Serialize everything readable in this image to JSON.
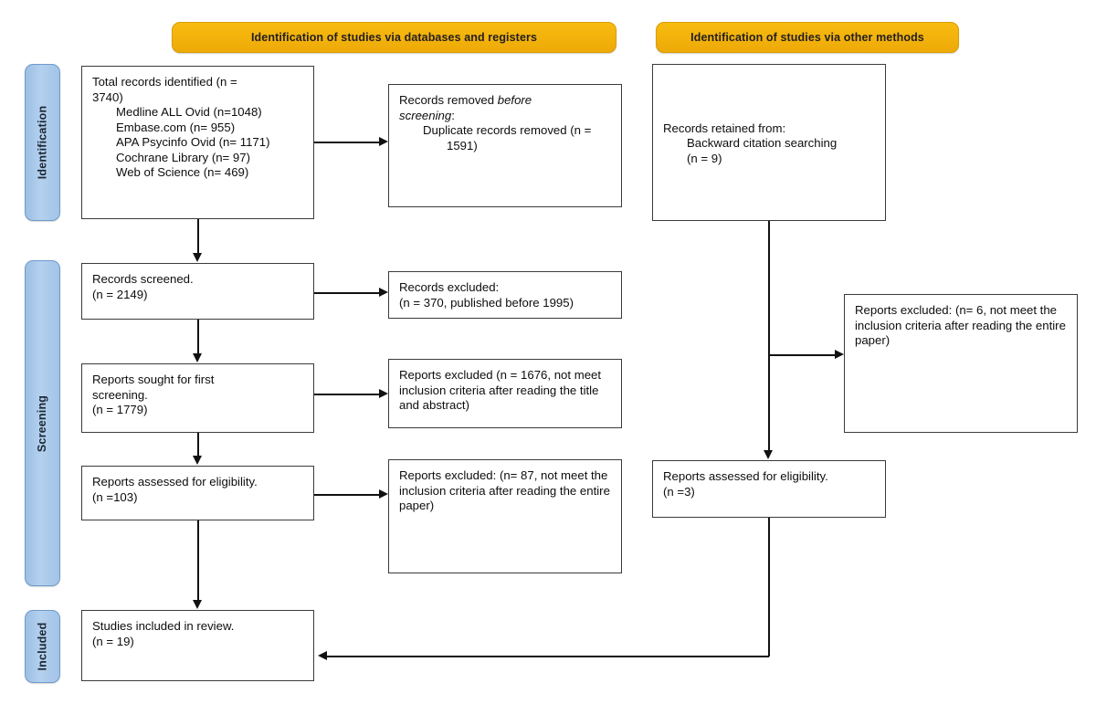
{
  "diagram": {
    "type": "prisma-flow-diagram",
    "headers": [
      {
        "id": "databases",
        "label": "Identification of studies via databases and registers"
      },
      {
        "id": "other-methods",
        "label": "Identification of studies via other methods"
      }
    ],
    "phases": [
      {
        "id": "identification",
        "label": "Identification"
      },
      {
        "id": "screening",
        "label": "Screening"
      },
      {
        "id": "included",
        "label": "Included"
      }
    ],
    "boxes": {
      "total_records": {
        "title": "Total records identified (n = 3740)",
        "line1": "Total records identified (n =",
        "line2": "3740)",
        "sources": [
          "Medline ALL Ovid (n=1048)",
          "Embase.com (n= 955)",
          "APA Psycinfo Ovid (n= 1171)",
          "Cochrane Library (n= 97)",
          "Web of Science (n= 469)"
        ]
      },
      "records_removed": {
        "line1_pre": "Records removed ",
        "line1_em": "before",
        "line2_em": "screening",
        "line2_post": ":",
        "detail": "Duplicate records removed (n = 1591)"
      },
      "records_retained": {
        "line1": "Records retained from:",
        "line2": "Backward citation searching",
        "line3": "(n = 9)"
      },
      "records_screened": {
        "line1": "Records screened.",
        "line2": "(n = 2149)"
      },
      "records_excluded": {
        "line1": "Records excluded:",
        "line2": "(n = 370, published before 1995)"
      },
      "reports_sought": {
        "line1": "Reports sought for first",
        "line2": "screening.",
        "line3": "(n = 1779)"
      },
      "reports_excluded_title_abstract": {
        "text": "Reports excluded (n = 1676, not meet inclusion criteria after reading the title and abstract)"
      },
      "reports_assessed_left": {
        "line1": "Reports assessed for eligibility.",
        "line2": "(n =103)"
      },
      "reports_excluded_full_left": {
        "text": "Reports excluded: (n= 87, not meet the inclusion criteria after reading the entire paper)"
      },
      "reports_excluded_full_right": {
        "text": "Reports excluded: (n= 6, not meet the inclusion criteria after reading the entire paper)"
      },
      "reports_assessed_right": {
        "line1": "Reports assessed for eligibility.",
        "line2": "(n =3)"
      },
      "studies_included": {
        "line1": "Studies included in review.",
        "line2": "(n = 19)"
      }
    },
    "colors": {
      "banner": "#F4B60D",
      "phase": "#A8C7E8",
      "box_border": "#3B3B3B",
      "connector": "#111111",
      "background": "#FFFFFF"
    }
  }
}
